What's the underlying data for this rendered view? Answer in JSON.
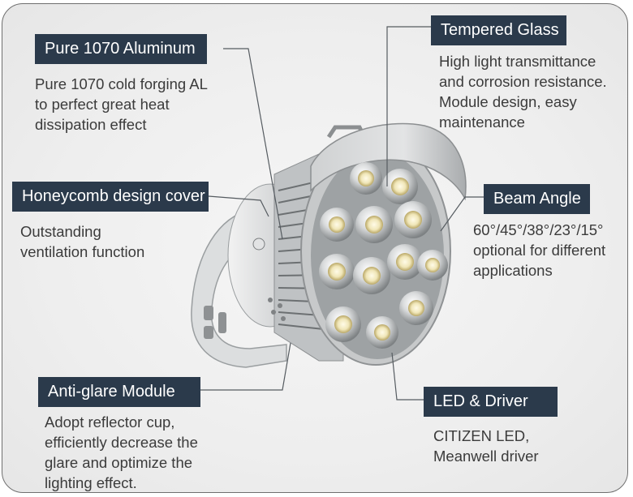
{
  "features": {
    "aluminum": {
      "title": "Pure 1070 Aluminum",
      "lines": [
        "Pure 1070 cold forging AL",
        "to perfect great heat",
        "dissipation effect"
      ]
    },
    "glass": {
      "title": "Tempered Glass",
      "lines": [
        "High light transmittance",
        "and corrosion resistance.",
        "Module design, easy",
        "maintenance"
      ]
    },
    "honeycomb": {
      "title": "Honeycomb design cover",
      "lines": [
        "Outstanding",
        "ventilation function"
      ]
    },
    "beam": {
      "title": "Beam Angle",
      "lines": [
        "60°/45°/38°/23°/15°",
        "optional for different",
        "applications"
      ]
    },
    "antiglare": {
      "title": "Anti-glare Module",
      "lines": [
        "Adopt reflector cup,",
        "efficiently decrease the",
        "glare and optimize the",
        "lighting effect."
      ]
    },
    "driver": {
      "title": "LED & Driver",
      "lines": [
        "CITIZEN LED,",
        "Meanwell driver"
      ]
    }
  },
  "colors": {
    "tag_bg": "#2b3a4b",
    "tag_text": "#ffffff",
    "desc_text": "#3b3b3b",
    "border": "#6f6f6f"
  }
}
